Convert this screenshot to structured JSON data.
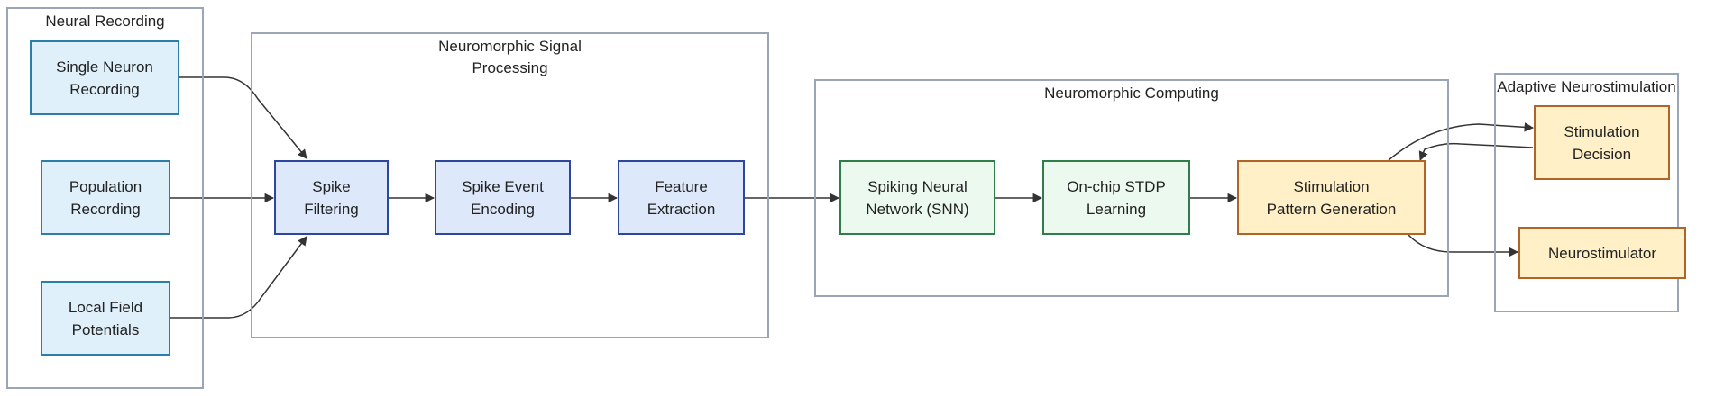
{
  "groups": {
    "recording": "Neural Recording",
    "processing": "Neuromorphic Signal\nProcessing",
    "computing": "Neuromorphic Computing",
    "stimulation": "Adaptive Neurostimulation"
  },
  "nodes": {
    "single_neuron": "Single Neuron\nRecording",
    "population": "Population\nRecording",
    "lfp": "Local Field\nPotentials",
    "spike_filtering": "Spike\nFiltering",
    "spike_encoding": "Spike Event\nEncoding",
    "feature_extraction": "Feature\nExtraction",
    "snn": "Spiking Neural\nNetwork (SNN)",
    "stdp": "On-chip STDP\nLearning",
    "pattern_generation": "Stimulation\nPattern Generation",
    "decision": "Stimulation\nDecision",
    "neurostimulator": "Neurostimulator"
  },
  "colors": {
    "group_border": "#9aa6b8",
    "edge": "#333333"
  },
  "edges": [
    [
      "single_neuron",
      "spike_filtering"
    ],
    [
      "population",
      "spike_filtering"
    ],
    [
      "lfp",
      "spike_filtering"
    ],
    [
      "spike_filtering",
      "spike_encoding"
    ],
    [
      "spike_encoding",
      "feature_extraction"
    ],
    [
      "feature_extraction",
      "snn"
    ],
    [
      "snn",
      "stdp"
    ],
    [
      "stdp",
      "pattern_generation"
    ],
    [
      "pattern_generation",
      "decision"
    ],
    [
      "decision",
      "pattern_generation"
    ],
    [
      "pattern_generation",
      "neurostimulator"
    ]
  ]
}
